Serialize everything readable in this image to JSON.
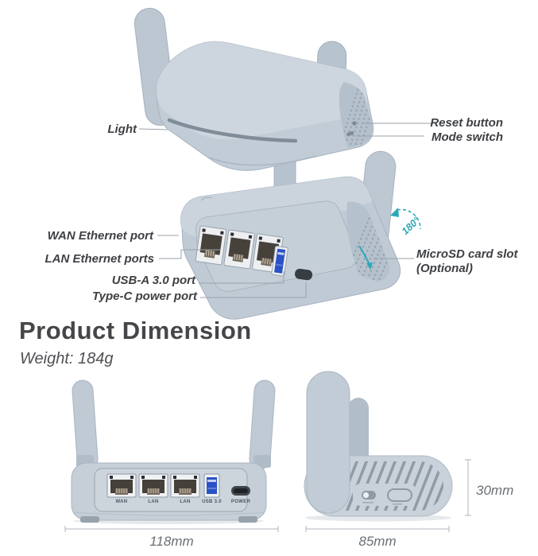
{
  "callouts": {
    "light": "Light",
    "reset_button": "Reset button",
    "mode_switch": "Mode switch",
    "wan": "WAN Ethernet port",
    "lan": "LAN Ethernet ports",
    "usb": "USB-A 3.0 port",
    "type_c": "Type-C power port",
    "microsd": "MicroSD card slot",
    "microsd_note": "(Optional)",
    "rotation": "180°"
  },
  "dimensions": {
    "heading": "Product Dimension",
    "weight": "Weight: 184g",
    "width": "118mm",
    "depth": "85mm",
    "height": "30mm"
  },
  "rear_panel": {
    "port_labels": [
      "WAN",
      "LAN",
      "LAN",
      "USB 3.0",
      "POWER"
    ]
  },
  "colors": {
    "body": "#c2cdd7",
    "body_light": "#cdd6df",
    "body_shade": "#b4c0cc",
    "outline": "#a7b3bf",
    "accent_teal": "#2ba8b8",
    "usb_blue": "#2a52c6",
    "label_text": "#3e4044",
    "dimension_text": "#6a7076"
  }
}
